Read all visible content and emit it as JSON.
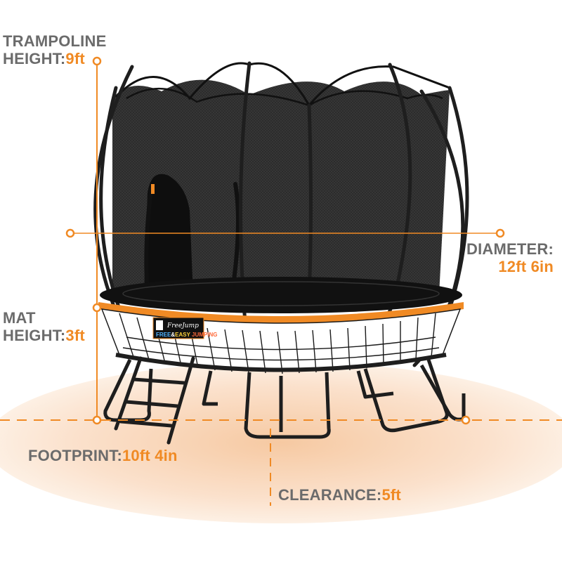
{
  "labels": {
    "trampoline_height": {
      "title": "TRAMPOLINE",
      "prefix": "HEIGHT:",
      "value": "9ft"
    },
    "mat_height": {
      "title": "MAT",
      "prefix": "HEIGHT:",
      "value": "3ft"
    },
    "diameter": {
      "prefix": "DIAMETER:",
      "value": "12ft 6in"
    },
    "footprint": {
      "prefix": "FOOTPRINT:",
      "value": "10ft 4in"
    },
    "clearance": {
      "prefix": "CLEARANCE:",
      "value": "5ft"
    }
  },
  "brand": {
    "name": "FreeJump",
    "slogan_parts": [
      "FREE",
      "&",
      "EASY",
      " JUMPING"
    ]
  },
  "colors": {
    "accent": "#f08a24",
    "label_gray": "#6b6b6b",
    "floor_tint": "#fbe1cc",
    "frame": "#1e1e1e",
    "net": "#2a2a2a"
  }
}
